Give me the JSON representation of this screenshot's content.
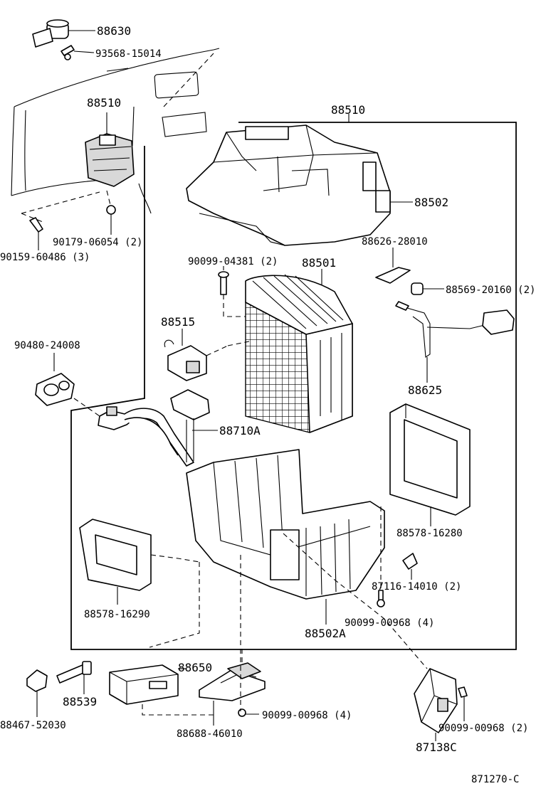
{
  "diagram": {
    "code": "871270-C",
    "labels": {
      "p88630": "88630",
      "p93568": "93568-15014",
      "p88510_left": "88510",
      "p88510_top": "88510",
      "p88502": "88502",
      "p90179": "90179-06054 (2)",
      "p90159": "90159-60486 (3)",
      "p90099_04381": "90099-04381 (2)",
      "p88501": "88501",
      "p88626": "88626-28010",
      "p88569": "88569-20160 (2)",
      "p88515": "88515",
      "p90480": "90480-24008",
      "p88625": "88625",
      "p88710A": "88710A",
      "p88578_16280": "88578-16280",
      "p87116": "87116-14010 (2)",
      "p88578_16290": "88578-16290",
      "p90099_00968_a": "90099-00968 (4)",
      "p88502A": "88502A",
      "p88650": "88650",
      "p88539": "88539",
      "p88467": "88467-52030",
      "p90099_00968_b": "90099-00968 (4)",
      "p88688": "88688-46010",
      "p90099_00968_c": "90099-00968 (2)",
      "p87138C": "87138C"
    }
  }
}
